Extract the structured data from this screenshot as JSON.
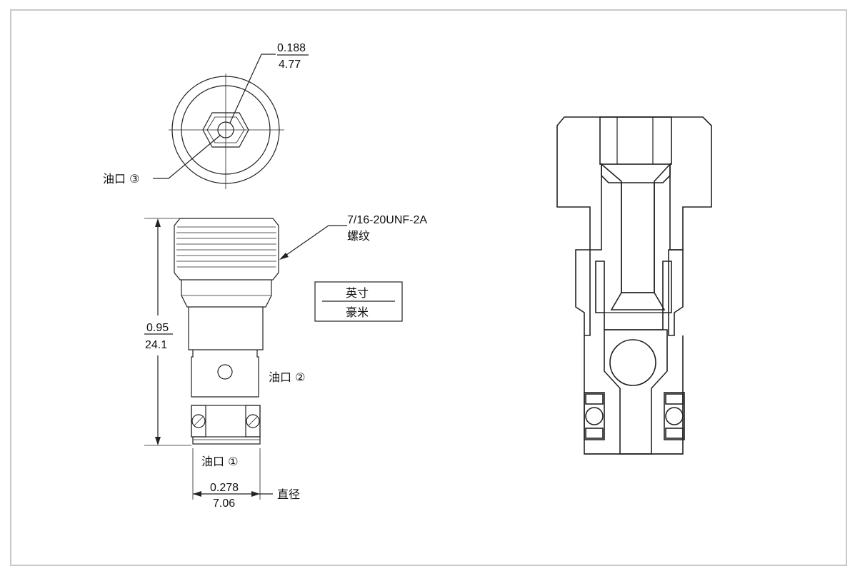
{
  "top_view": {
    "dim_hole": {
      "inch": "0.188",
      "mm": "4.77"
    },
    "port3_label": "油口 ③"
  },
  "side_view": {
    "thread_spec": "7/16-20UNF-2A",
    "thread_word": "螺纹",
    "height": {
      "inch": "0.95",
      "mm": "24.1"
    },
    "port2_label": "油口 ②",
    "port1_label": "油口 ①",
    "diameter": {
      "inch": "0.278",
      "mm": "7.06"
    },
    "diameter_word": "直径"
  },
  "legend": {
    "units_inch": "英寸",
    "units_mm": "豪米"
  },
  "colors": {
    "line": "#222222",
    "frame": "#c9c9c9"
  }
}
